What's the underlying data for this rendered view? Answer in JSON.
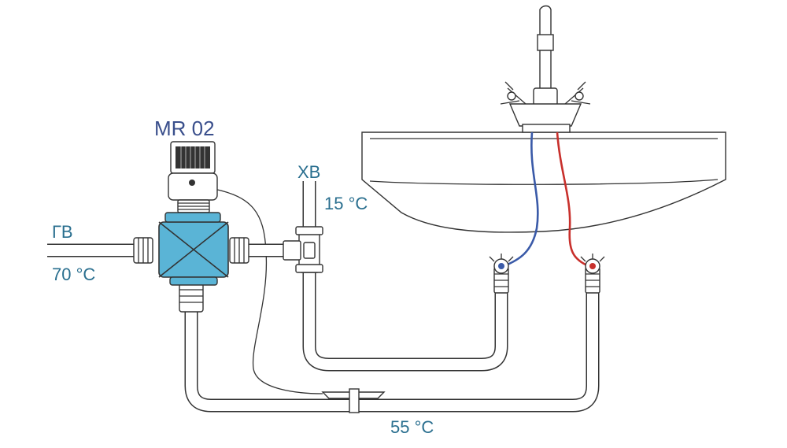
{
  "labels": {
    "valve_model": "MR 02",
    "hot_water": "ГВ",
    "hot_temp": "70 °C",
    "cold_water": "ХВ",
    "cold_temp": "15 °C",
    "mixed_temp": "55 °C"
  },
  "colors": {
    "mixer_valve": "#5ab4d6",
    "cold_line": "#3a5aa8",
    "hot_line": "#c8302c",
    "label_text": "#2a6f8f",
    "title_text": "#3a4f8c"
  }
}
